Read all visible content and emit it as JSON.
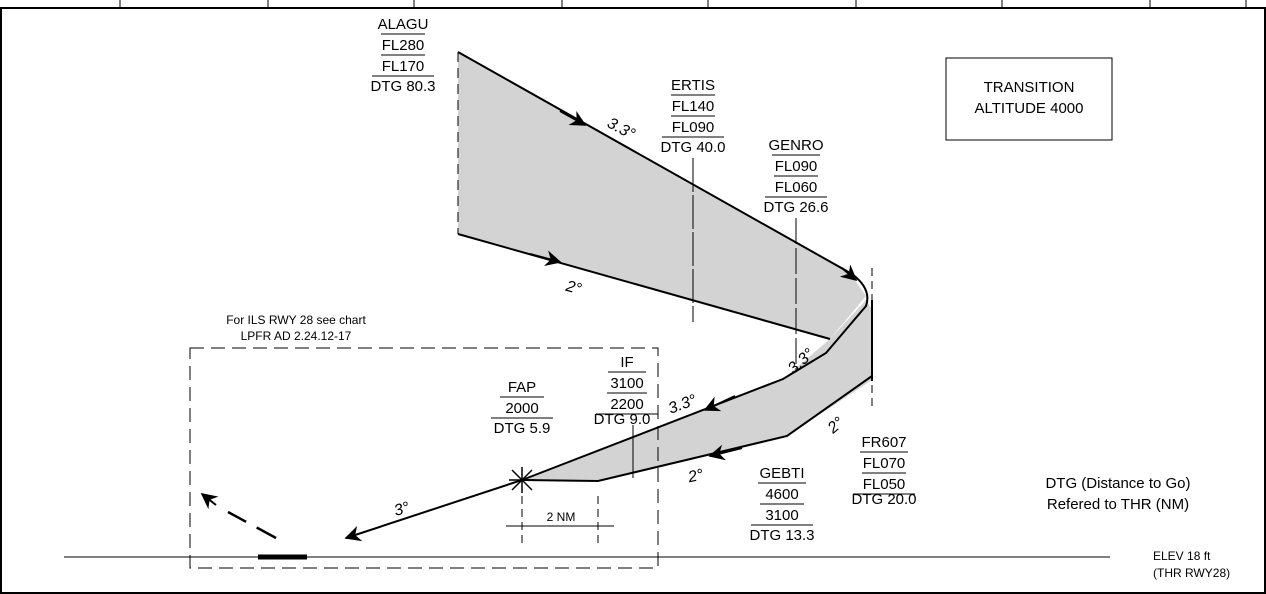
{
  "waypoints": {
    "alagu": {
      "name": "ALAGU",
      "upper": "FL280",
      "lower": "FL170",
      "dtg": "DTG 80.3"
    },
    "ertis": {
      "name": "ERTIS",
      "upper": "FL140",
      "lower": "FL090",
      "dtg": "DTG 40.0"
    },
    "genro": {
      "name": "GENRO",
      "upper": "FL090",
      "lower": "FL060",
      "dtg": "DTG 26.6"
    },
    "fr607": {
      "name": "FR607",
      "upper": "FL070",
      "lower": "FL050",
      "dtg": "DTG 20.0"
    },
    "gebti": {
      "name": "GEBTI",
      "upper": "4600",
      "lower": "3100",
      "dtg": "DTG 13.3"
    },
    "if": {
      "name": "IF",
      "upper": "3100",
      "lower": "2200",
      "dtg": "DTG 9.0"
    },
    "fap": {
      "name": "FAP",
      "upper": "2000",
      "dtg": "DTG 5.9"
    }
  },
  "gradients": {
    "upper_top": "3.3°",
    "lower_top": "2°",
    "upper_mid": "3.3°",
    "right_mid": "2°",
    "lower_mid": "2°",
    "genro_turn": "3.3°",
    "final": "3°"
  },
  "transition_box": {
    "line1": "TRANSITION",
    "line2": "ALTITUDE 4000"
  },
  "ils_note": {
    "line1": "For ILS RWY 28 see chart",
    "line2": "LPFR AD 2.24.12-17"
  },
  "distance_label": "2 NM",
  "dtg_note": {
    "line1": "DTG (Distance to Go)",
    "line2": "Refered to THR (NM)"
  },
  "elevation": {
    "line1": "ELEV 18 ft",
    "line2": "(THR RWY28)"
  }
}
